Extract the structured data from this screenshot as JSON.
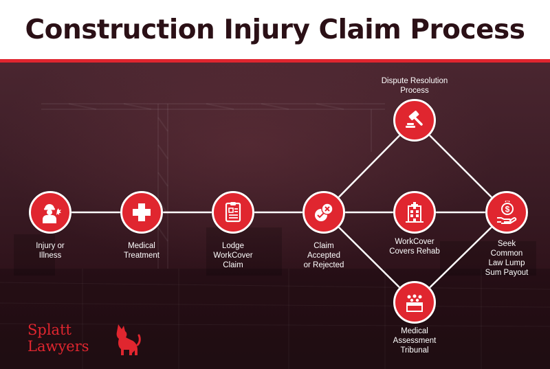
{
  "header": {
    "title": "Construction Injury Claim Process"
  },
  "colors": {
    "accent": "#e0262f",
    "title": "#2b1016",
    "background": "#2e121a",
    "text": "#ffffff"
  },
  "diagram": {
    "nodes": [
      {
        "id": "injury",
        "label": "Injury or\nIllness",
        "icon": "injured-worker-icon"
      },
      {
        "id": "medical",
        "label": "Medical\nTreatment",
        "icon": "medical-cross-icon"
      },
      {
        "id": "lodge",
        "label": "Lodge\nWorkCover\nClaim",
        "icon": "claim-form-icon"
      },
      {
        "id": "claim",
        "label": "Claim\nAccepted\nor Rejected",
        "icon": "accept-reject-icon"
      },
      {
        "id": "dispute",
        "label": "Dispute Resolution\nProcess",
        "icon": "gavel-icon"
      },
      {
        "id": "rehab",
        "label": "WorkCover\nCovers Rehab",
        "icon": "hospital-icon"
      },
      {
        "id": "tribunal",
        "label": "Medical\nAssessment\nTribunal",
        "icon": "tribunal-panel-icon"
      },
      {
        "id": "payout",
        "label": "Seek\nCommon\nLaw Lump\nSum Payout",
        "icon": "money-payout-icon"
      }
    ],
    "edges": [
      [
        "injury",
        "medical"
      ],
      [
        "medical",
        "lodge"
      ],
      [
        "lodge",
        "claim"
      ],
      [
        "claim",
        "dispute"
      ],
      [
        "claim",
        "rehab"
      ],
      [
        "claim",
        "tribunal"
      ],
      [
        "dispute",
        "payout"
      ],
      [
        "rehab",
        "payout"
      ],
      [
        "tribunal",
        "payout"
      ]
    ]
  },
  "logo": {
    "text": "Splatt\nLawyers",
    "icon": "dog-logo-icon"
  }
}
